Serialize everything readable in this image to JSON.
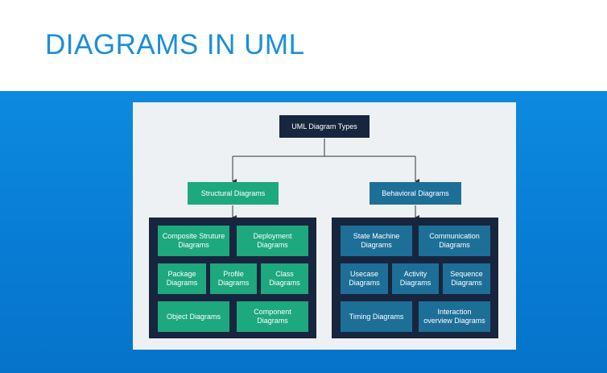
{
  "slide": {
    "title": "DIAGRAMS IN UML"
  },
  "diagram": {
    "root": "UML Diagram Types",
    "structural": {
      "label": "Structural Diagrams",
      "items": [
        "Composite Struture\nDiagrams",
        "Deployment\nDiagrams",
        "Package\nDiagrams",
        "Profile\nDiagrams",
        "Class\nDiagrams",
        "Object Diagrams",
        "Component\nDiagrams"
      ]
    },
    "behavioral": {
      "label": "Behavioral Diagrams",
      "items": [
        "State Machine\nDiagrams",
        "Communication\nDiagrams",
        "Usecase\nDiagrams",
        "Activity\nDiagrams",
        "Sequence\nDiagrams",
        "Timing Diagrams",
        "Interaction\noverview Diagrams"
      ]
    }
  },
  "colors": {
    "title": "#1a8fd8",
    "band": "#0a84d8",
    "panel": "#eef1f3",
    "navy": "#17263e",
    "green": "#1ea87d",
    "teal_blue": "#1d6f98"
  }
}
